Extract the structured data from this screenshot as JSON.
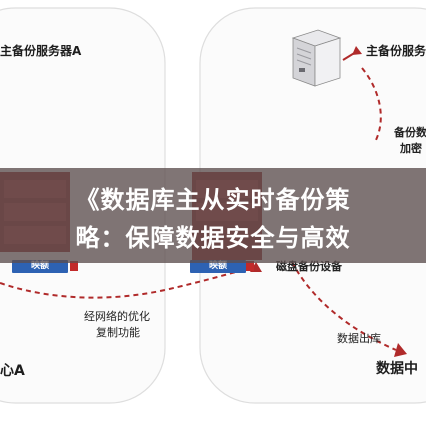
{
  "nodes": {
    "primary_server_left": "主备份服务器A",
    "primary_server_right": "主备份服务器",
    "backup_encrypt_top": "备份数",
    "backup_encrypt_bottom": "加密",
    "disk_backup": "磁盘备份设备",
    "wan_opt_line1": "经网络的优化",
    "wan_opt_line2": "复制功能",
    "data_out": "数据出库",
    "center_a": "心A",
    "center_b": "数据中",
    "mirror_tag_left": "映额",
    "mirror_tag_right": "映额"
  },
  "banner": {
    "line1": "《数据库主从实时备份策",
    "line2": "略：保障数据安全与高效"
  },
  "colors": {
    "arrow": "#b02a2a",
    "panel_border": "#dcdcdc",
    "tag_blue": "#2d62b3",
    "tag_red": "#c22a2a",
    "banner_bg": "#5c4e4e"
  }
}
